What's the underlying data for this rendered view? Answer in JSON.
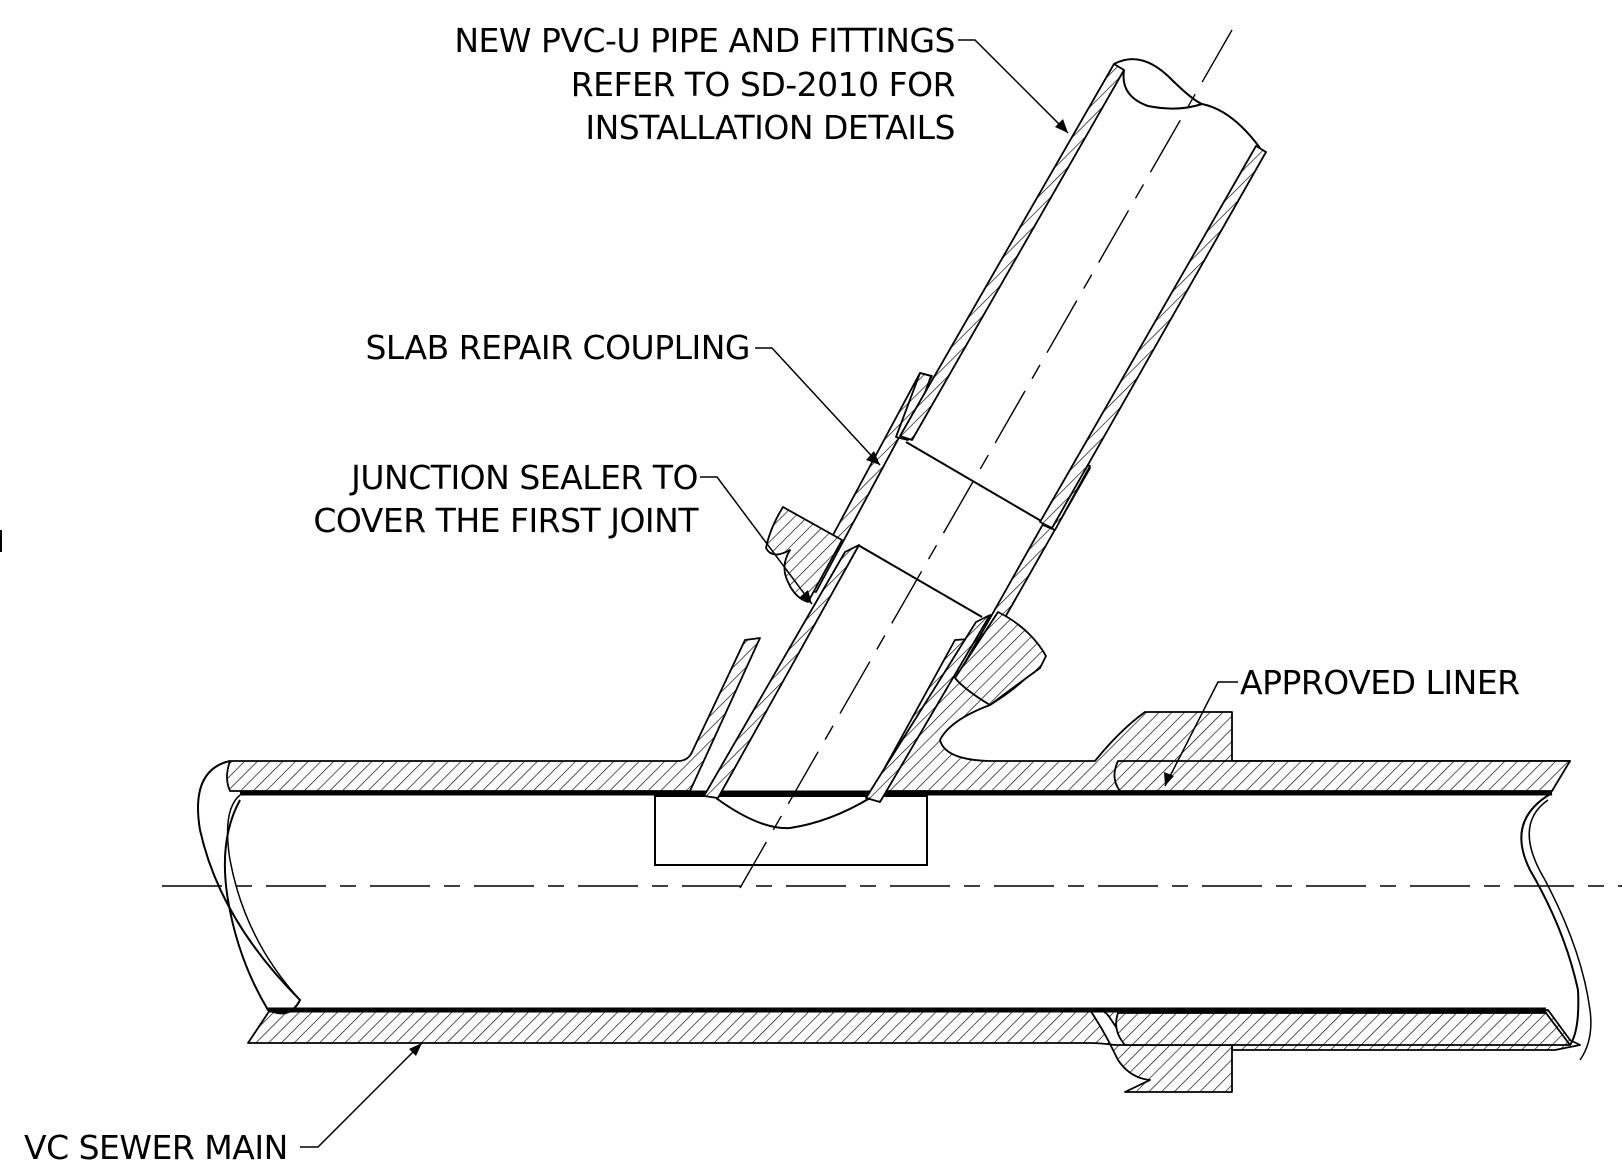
{
  "labels": {
    "new_pipe_line1": "NEW PVC-U PIPE AND FITTINGS",
    "new_pipe_line2": "REFER TO SD-2010 FOR",
    "new_pipe_line3": "INSTALLATION DETAILS",
    "coupling": "SLAB REPAIR COUPLING",
    "sealer_line1": "JUNCTION SEALER TO",
    "sealer_line2": "COVER THE FIRST JOINT",
    "liner": "APPROVED LINER",
    "sewer_main": "VC SEWER MAIN"
  }
}
